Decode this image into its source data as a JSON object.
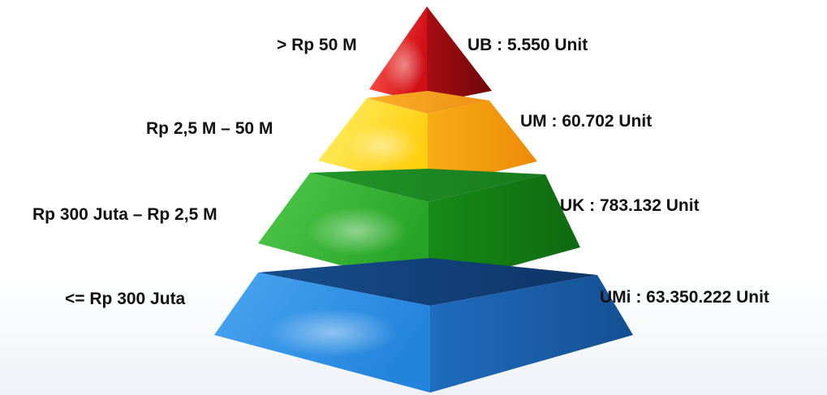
{
  "pyramid": {
    "tiers": [
      {
        "range": "> Rp 50 M",
        "count": "UB : 5.550 Unit",
        "colors": {
          "front": "#d6141a",
          "side": "#8a0a0e",
          "top": "#ff3a3a",
          "highlight": "#ff6a5a"
        }
      },
      {
        "range": "Rp 2,5 M – 50 M",
        "count": "UM : 60.702 Unit",
        "colors": {
          "front": "#ffd81a",
          "side": "#f39a0c",
          "top": "#f6a21e",
          "highlight": "#fff29a"
        }
      },
      {
        "range": "Rp 300 Juta – Rp 2,5 M",
        "count": "UK : 783.132 Unit",
        "colors": {
          "front": "#34b531",
          "side": "#127812",
          "top": "#1e8a1e",
          "highlight": "#7ee07a"
        }
      },
      {
        "range": "<= Rp 300 Juta",
        "count": "UMi : 63.350.222 Unit",
        "colors": {
          "front": "#2f92e6",
          "side": "#185ea6",
          "top": "#0f3f7a",
          "highlight": "#7cc1ff"
        }
      }
    ]
  }
}
